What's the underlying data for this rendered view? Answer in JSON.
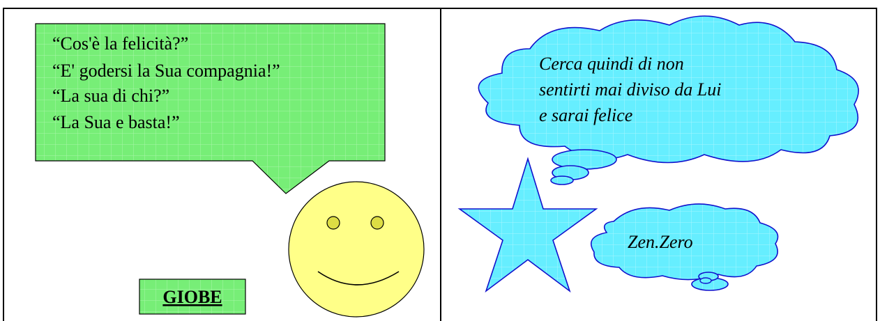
{
  "colors": {
    "green_fill": "#77ee77",
    "green_grid": "#aaf5aa",
    "cyan_fill": "#66eeff",
    "cyan_grid": "#a8f6ff",
    "blue_outline": "#1111cc",
    "smiley_fill": "#ffff88",
    "eye_fill": "#dddd44"
  },
  "left_panel": {
    "speech_bubble": {
      "lines": [
        "“Cos'è la felicità?”",
        "“E' godersi la Sua compagnia!”",
        "“La sua di chi?”",
        "“La Sua e basta!”"
      ]
    },
    "smiley": {
      "icon": "smiley-face-icon"
    },
    "label_box": {
      "text": "GIOBE"
    }
  },
  "right_panel": {
    "thought_cloud": {
      "lines": [
        "Cerca quindi di non",
        "sentirti mai diviso da Lui",
        "e sarai felice"
      ]
    },
    "star": {
      "icon": "star-icon"
    },
    "small_cloud": {
      "text": "Zen.Zero"
    }
  }
}
